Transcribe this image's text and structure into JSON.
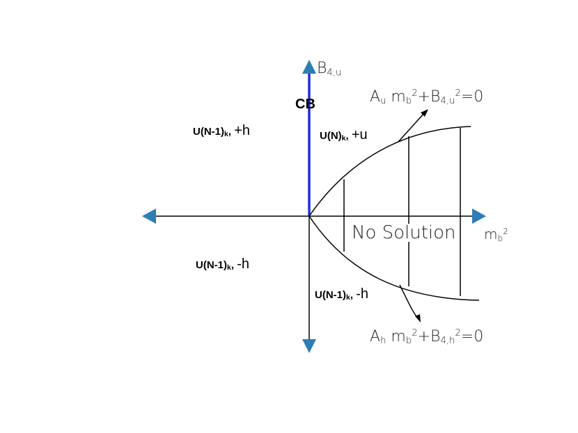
{
  "colors": {
    "axis_arrow": "#2e7db5",
    "cb_line": "#1f2fd6",
    "line": "#000000"
  },
  "axes": {
    "y_axis_label_main": "B",
    "y_axis_label_sub": "4,u",
    "x_axis_label_main": "m",
    "x_axis_label_sub": "b",
    "x_axis_label_sup": "2"
  },
  "cb_label": "CB",
  "regions": {
    "upper_left": {
      "main": "U(N-1)",
      "sub": "k",
      "comma": ",",
      "sign": "+h"
    },
    "upper_right": {
      "main": "U(N)",
      "sub": "k",
      "comma": ",",
      "sign": "+u"
    },
    "lower_left": {
      "main": "U(N-1)",
      "sub": "k",
      "comma": ",",
      "sign": "-h"
    },
    "lower_right": {
      "main": "U(N-1)",
      "sub": "k",
      "comma": ",",
      "sign": "-h"
    },
    "no_solution": "No Solution"
  },
  "equations": {
    "upper": {
      "a": "A",
      "a_sub": "u",
      "m": "m",
      "m_sub": "b",
      "m_sup": "2",
      "plus": "+B",
      "b_sub": "4,u",
      "b_sup": "2",
      "rest": "=0"
    },
    "lower": {
      "a": "A",
      "a_sub": "h",
      "m": "m",
      "m_sub": "b",
      "m_sup": "2",
      "plus": "+B",
      "b_sub": "4,h",
      "b_sup": "2",
      "rest": "=0"
    }
  }
}
